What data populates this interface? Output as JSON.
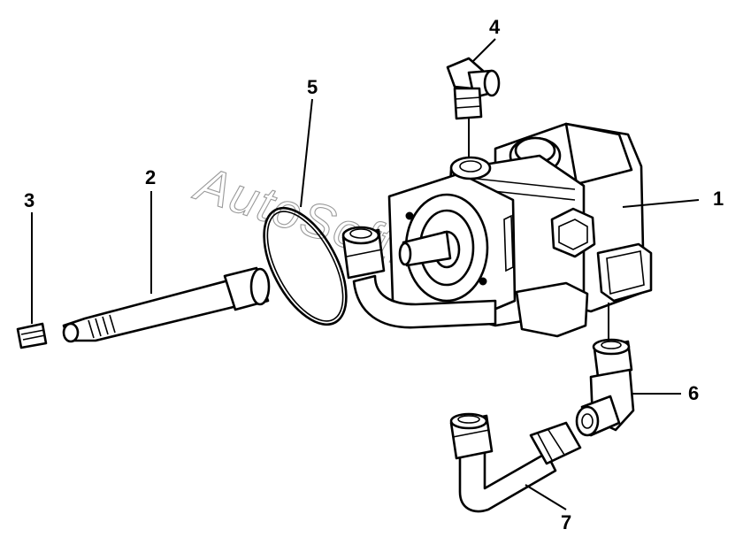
{
  "callouts": [
    "1",
    "2",
    "3",
    "4",
    "5",
    "6",
    "7"
  ],
  "watermark": "AutoSoft.ru",
  "colors": {
    "line": "#000000",
    "background": "#ffffff",
    "watermark": "#9a9a9a"
  }
}
